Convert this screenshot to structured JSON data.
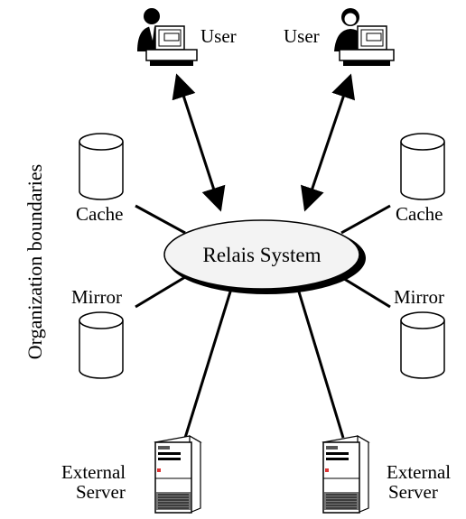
{
  "side_label": "Organization boundaries",
  "center": {
    "label": "Relais System"
  },
  "users": [
    {
      "label": "User"
    },
    {
      "label": "User"
    }
  ],
  "caches": [
    {
      "label": "Cache"
    },
    {
      "label": "Cache"
    }
  ],
  "mirrors": [
    {
      "label": "Mirror"
    },
    {
      "label": "Mirror"
    }
  ],
  "servers": [
    {
      "label_line1": "External",
      "label_line2": "Server"
    },
    {
      "label_line1": "External",
      "label_line2": "Server"
    }
  ]
}
